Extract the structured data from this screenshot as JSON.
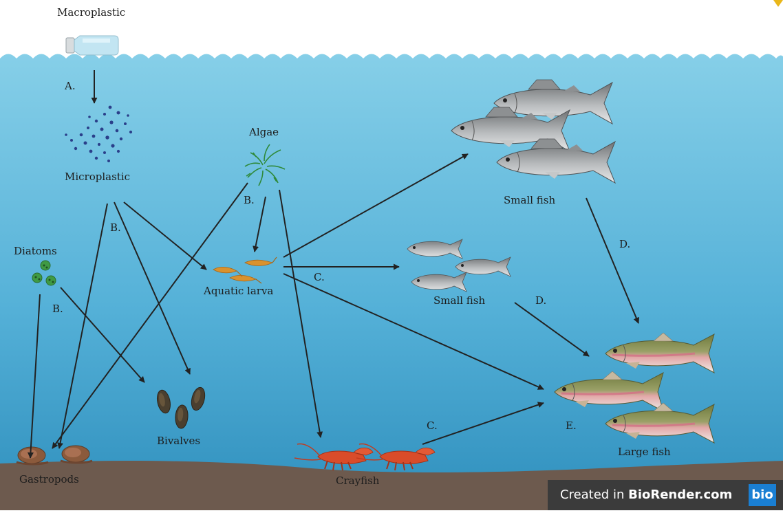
{
  "labels": {
    "macroplastic": "Macroplastic",
    "microplastic": "Microplastic",
    "algae": "Algae",
    "diatoms": "Diatoms",
    "aquatic_larva": "Aquatic larva",
    "small_fish_top": "Small fish",
    "small_fish_mid": "Small fish",
    "large_fish": "Large fish",
    "gastropods": "Gastropods",
    "bivalves": "Bivalves",
    "crayfish": "Crayfish"
  },
  "step_letters": {
    "a": "A.",
    "b_microplastic": "B.",
    "b_algae": "B.",
    "b_diatoms": "B.",
    "c_larva": "C.",
    "c_crayfish": "C.",
    "d_top": "D.",
    "d_mid": "D.",
    "e": "E."
  },
  "watermark": {
    "prefix": "Created in ",
    "brand": "BioRender.com",
    "logo": "bio"
  },
  "colors": {
    "water_top": "#86cfe8",
    "water_bottom": "#2f8fbd",
    "sediment": "#6d5a4e",
    "arrow": "#222222"
  }
}
